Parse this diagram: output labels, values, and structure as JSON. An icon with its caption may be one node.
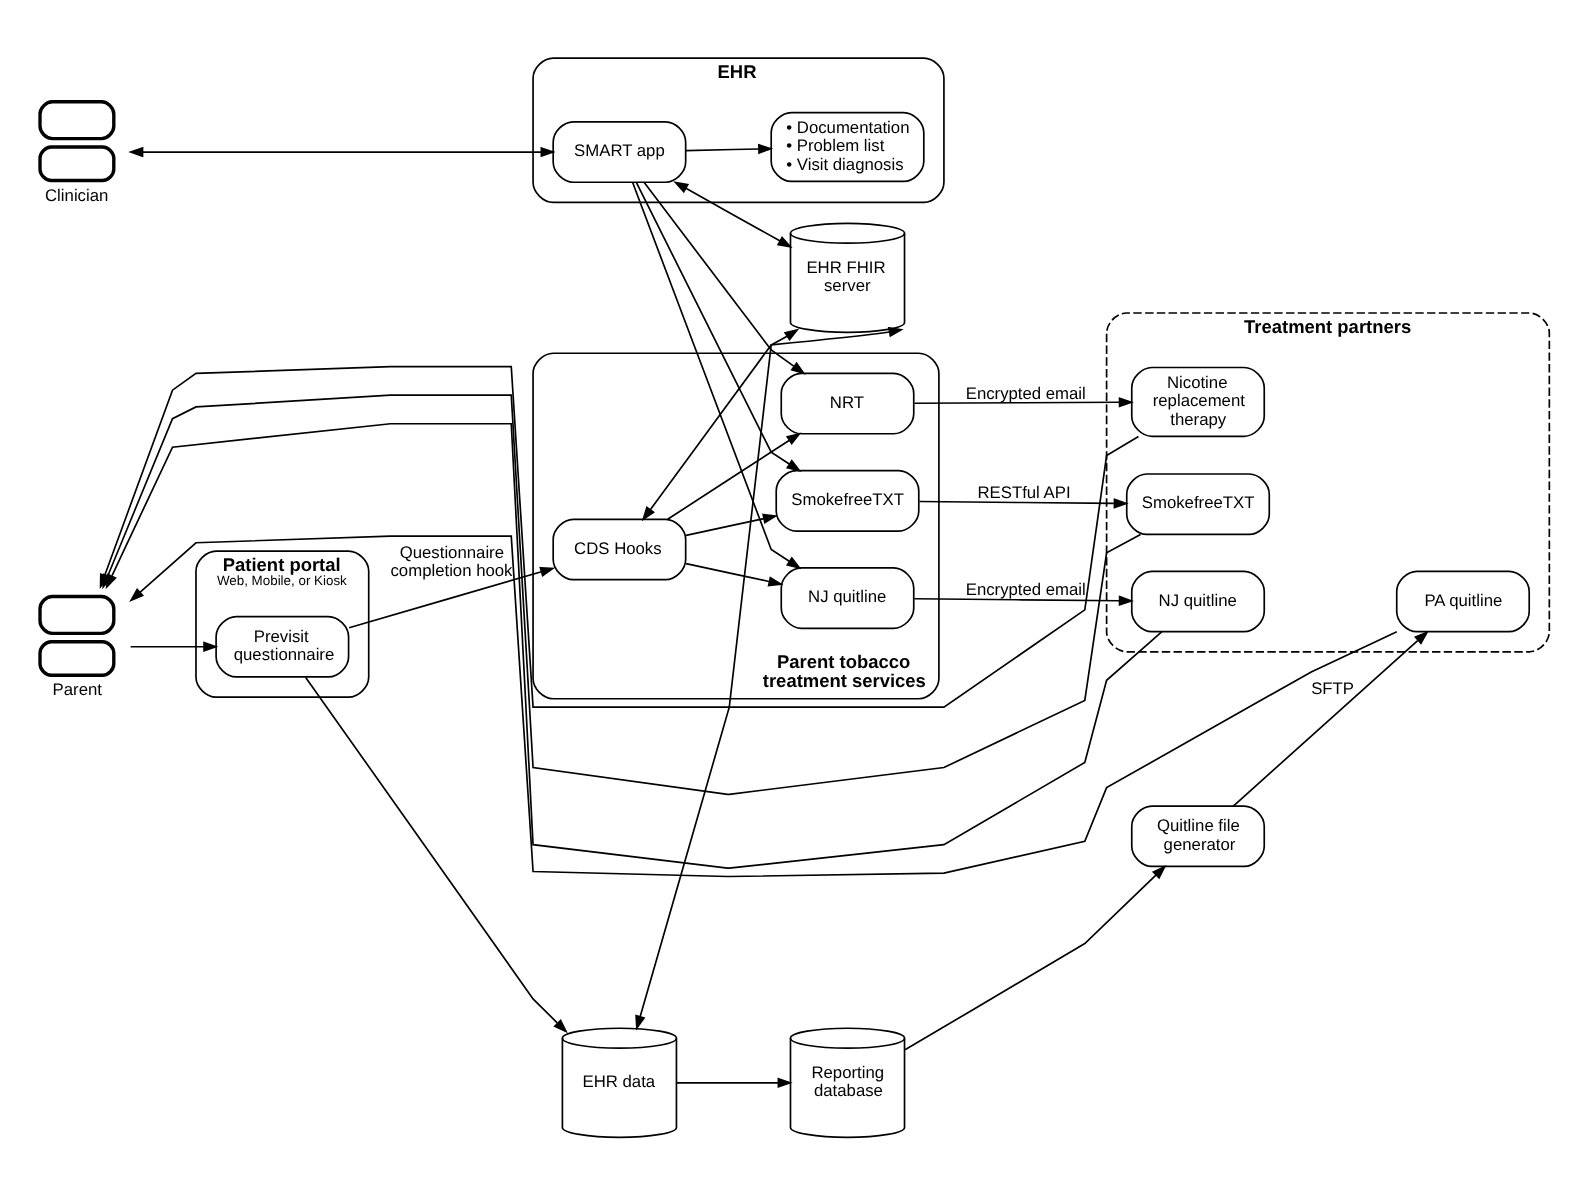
{
  "diagram": {
    "nodes": [
      {
        "text": [
          "Clinician"
        ]
      },
      {
        "text": [
          "EHR"
        ]
      },
      {
        "text": [
          "SMART app"
        ],
        "in": 1
      },
      {
        "text": [
          "• Documentation",
          "• Problem list",
          "• Visit diagnosis"
        ],
        "in": 1
      },
      {
        "text": [
          "Parent tobacco treatment services"
        ]
      },
      {
        "text": [
          "NRT"
        ],
        "in": 4
      },
      {
        "text": [
          "SmokefreeTXT"
        ],
        "in": 4
      },
      {
        "text": [
          "NJ quitline"
        ],
        "in": 4
      },
      {
        "text": [
          "CDS Hooks"
        ],
        "in": 4
      },
      {
        "text": [
          "Treatment partners"
        ]
      },
      {
        "text": [
          "Nicotine replacement therapy"
        ],
        "in": 9
      },
      {
        "text": [
          "SmokefreeTXT"
        ],
        "in": 9
      },
      {
        "text": [
          "NJ quitline"
        ],
        "in": 9
      },
      {
        "text": [
          "PA quitline"
        ],
        "in": 9
      },
      {
        "text": [
          "Parent"
        ]
      },
      {
        "text": [
          "Patient portal",
          "Web, Mobile, or Kiosk"
        ]
      },
      {
        "text": [
          "Previsit questionnaire"
        ],
        "in": 15
      },
      {
        "text": [
          "EHR FHIR server"
        ]
      },
      {
        "text": [
          "Quitline file generator"
        ]
      },
      {
        "text": [
          "EHR data"
        ]
      },
      {
        "text": [
          "Reporting database"
        ]
      }
    ],
    "edges": [
      {
        "from": 0,
        "to": 2,
        "arrow": "both"
      },
      {
        "from": 2,
        "to": 3,
        "arrow": "to"
      },
      {
        "from": 2,
        "to": 5,
        "arrow": "to"
      },
      {
        "from": 2,
        "to": 6,
        "arrow": "to"
      },
      {
        "from": 2,
        "to": 7,
        "arrow": "to"
      },
      {
        "from": 8,
        "to": 5,
        "arrow": "to"
      },
      {
        "from": 8,
        "to": 6,
        "arrow": "to"
      },
      {
        "from": 8,
        "to": 7,
        "arrow": "to"
      },
      {
        "from": 2,
        "to": 17,
        "arrow": "both"
      },
      {
        "from": 5,
        "to": 10,
        "arrow": "to",
        "label": "Encrypted email"
      },
      {
        "from": 6,
        "to": 11,
        "arrow": "to",
        "label": "RESTful API"
      },
      {
        "from": 7,
        "to": 12,
        "arrow": "to",
        "label": "Encrypted email"
      },
      {
        "from": 16,
        "to": 8,
        "arrow": "to",
        "label": "Questionnaire completion hook"
      },
      {
        "from": 8,
        "to": 17,
        "arrow": "both"
      },
      {
        "from": 14,
        "to": 16,
        "arrow": "to"
      },
      {
        "from": 17,
        "to": 19,
        "arrow": "both"
      },
      {
        "from": 16,
        "to": 19,
        "arrow": "to"
      },
      {
        "from": 19,
        "to": 20,
        "arrow": "to"
      },
      {
        "from": 20,
        "to": 18,
        "arrow": "to"
      },
      {
        "from": 18,
        "to": 13,
        "arrow": "to",
        "label": "SFTP"
      },
      {
        "from": 10,
        "to": 14,
        "arrow": "to"
      },
      {
        "from": 11,
        "to": 14,
        "arrow": "to"
      },
      {
        "from": 12,
        "to": 14,
        "arrow": "to"
      },
      {
        "from": 13,
        "to": 14,
        "arrow": "to"
      }
    ]
  }
}
